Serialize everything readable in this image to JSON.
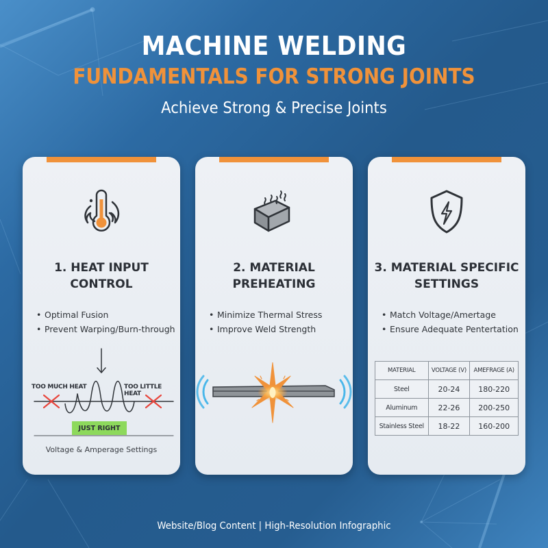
{
  "header": {
    "title_line1": "MACHINE WELDING",
    "title_line2": "FUNDAMENTALS FOR STRONG JOINTS",
    "subtitle": "Achieve Strong & Precise Joints"
  },
  "colors": {
    "accent_orange": "#f0923a",
    "background_blue": "#245a8c",
    "card_bg": "#eef1f5",
    "text_dark": "#2b2f36",
    "good_green": "#8dd95c",
    "bad_red": "#e8453c",
    "vibration_blue": "#4ab7ea"
  },
  "cards": [
    {
      "icon": "thermometer-flame-icon",
      "heading_line1": "1. HEAT INPUT",
      "heading_line2": "CONTROL",
      "bullets": [
        "Optimal Fusion",
        "Prevent Warping/Burn-through"
      ],
      "diagram": {
        "label_left": "TOO MUCH HEAT",
        "label_right": "TOO LITTLE HEAT",
        "label_center": "JUST RIGHT",
        "caption": "Voltage & Amperage Settings"
      }
    },
    {
      "icon": "heated-block-icon",
      "heading_line1": "2. MATERIAL",
      "heading_line2": "PREHEATING",
      "bullets": [
        "Minimize Thermal Stress",
        "Improve Weld Strength"
      ],
      "illustration": "welding-plate-spark-icon"
    },
    {
      "icon": "shield-lightning-icon",
      "heading_line1": "3. MATERIAL SPECIFIC",
      "heading_line2": "SETTINGS",
      "bullets": [
        "Match Voltage/Amertage",
        "Ensure Adequate Pentertation"
      ],
      "table": {
        "headers": [
          "MATERIAL",
          "VOLTAGE (V)",
          "AMEFRAGE (A)"
        ],
        "rows": [
          [
            "Steel",
            "20-24",
            "180-220"
          ],
          [
            "Aluminum",
            "22-26",
            "200-250"
          ],
          [
            "Stainless Steel",
            "18-22",
            "160-200"
          ]
        ]
      }
    }
  ],
  "footer": {
    "text": "Website/Blog Content | High-Resolution Infographic"
  }
}
